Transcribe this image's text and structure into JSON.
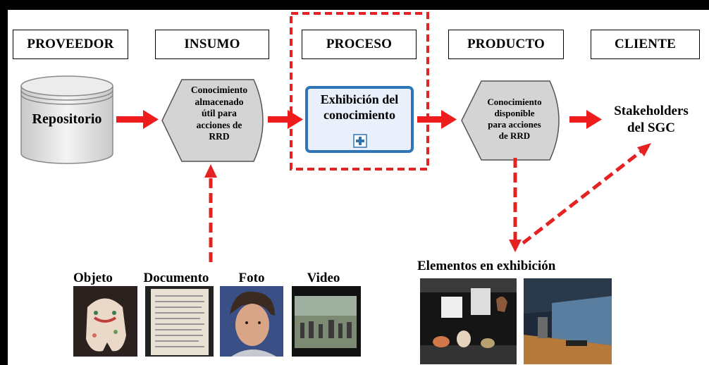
{
  "columns": {
    "proveedor": "PROVEEDOR",
    "insumo": "INSUMO",
    "proceso": "PROCESO",
    "producto": "PRODUCTO",
    "cliente": "CLIENTE"
  },
  "nodes": {
    "repositorio": "Repositorio",
    "insumo_shape": [
      "Conocimiento",
      "almacenado",
      "útil para",
      "acciones de",
      "RRD"
    ],
    "proceso_box": [
      "Exhibición del",
      "conocimiento"
    ],
    "producto_shape": [
      "Conocimiento",
      "disponible",
      "para acciones",
      "de RRD"
    ],
    "cliente_line1": "Stakeholders",
    "cliente_line2": "del SGC"
  },
  "inputs": {
    "objeto": "Objeto",
    "documento": "Documento",
    "foto": "Foto",
    "video": "Video"
  },
  "outputs": {
    "title": "Elementos en exhibición"
  },
  "colors": {
    "arrow_red": "#ee1c1c",
    "dashed_red": "#e52222",
    "shape_gray": "#d4d4d4",
    "process_fill": "#eaf0fb",
    "process_border": "#2e75b6"
  }
}
